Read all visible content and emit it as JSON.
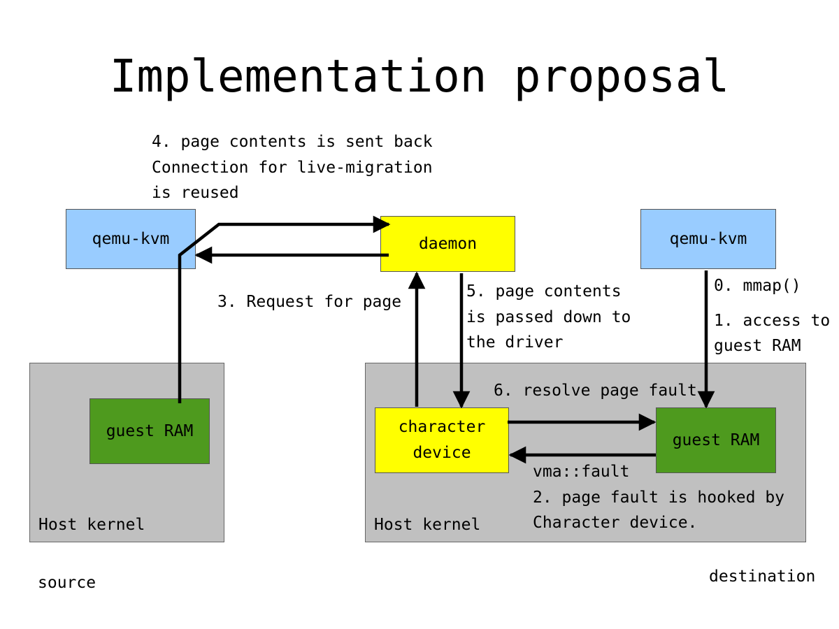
{
  "title": "Implementation proposal",
  "colors": {
    "process": "#99ccff",
    "daemon": "#ffff00",
    "kernel": "#c0c0c0",
    "ram": "#4e9a1e",
    "arrow": "#000000"
  },
  "source": {
    "qemu": "qemu-kvm",
    "kernel": "Host kernel",
    "ram": "guest RAM",
    "label": "source"
  },
  "destination": {
    "daemon": "daemon",
    "qemu": "qemu-kvm",
    "kernel": "Host kernel",
    "chardev": [
      "character",
      "device"
    ],
    "ram": "guest RAM",
    "label": "destination"
  },
  "steps": {
    "s0": "0. mmap()",
    "s1": [
      "1. access to",
      "guest RAM"
    ],
    "s2": [
      "vma::fault",
      "2. page fault is hooked by",
      "Character device."
    ],
    "s3": "3. Request for page",
    "s4": [
      "4. page contents is sent back",
      "Connection for live-migration",
      "is reused"
    ],
    "s5": [
      "5. page contents",
      "is passed down to",
      "the driver"
    ],
    "s6": "6. resolve page fault"
  }
}
